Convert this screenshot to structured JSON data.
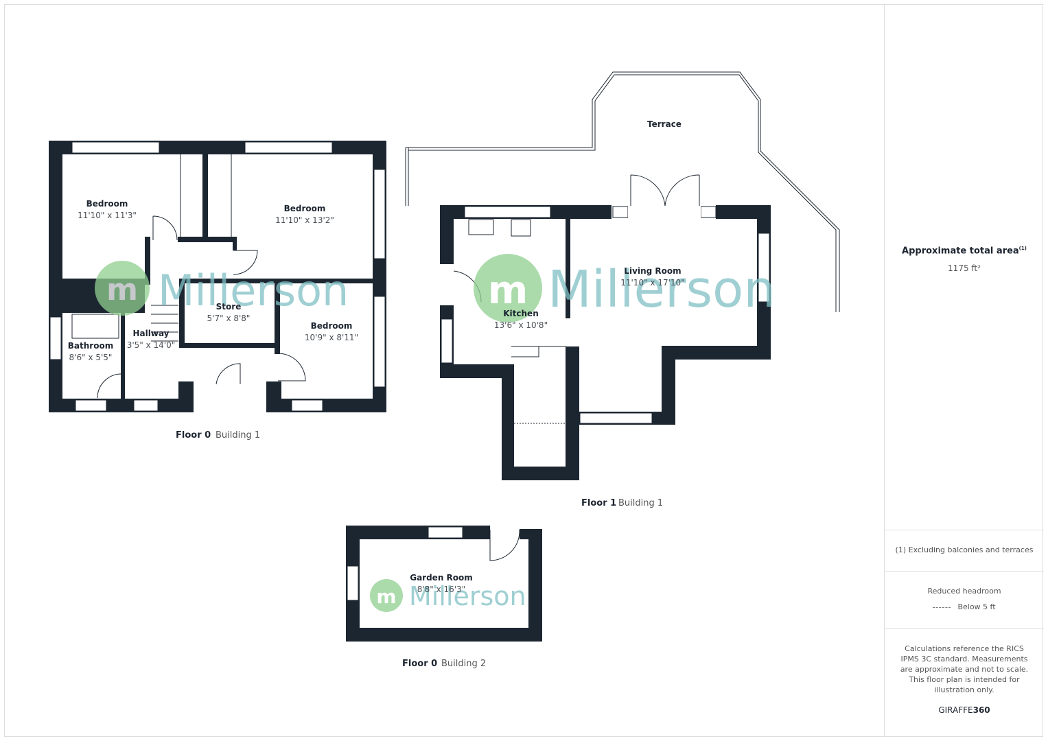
{
  "brand": {
    "watermark": "Millerson",
    "watermark_colors": {
      "logo": "#8fcf8f",
      "text": "#7fbfc4"
    },
    "wall_color": "#1c2631"
  },
  "plans": [
    {
      "floor": "Floor 0",
      "building": "Building 1",
      "rooms": [
        {
          "name": "Bedroom",
          "dims": "11'10\" x 11'3\""
        },
        {
          "name": "Bedroom",
          "dims": "11'10\" x 13'2\""
        },
        {
          "name": "Store",
          "dims": "5'7\" x 8'8\""
        },
        {
          "name": "Hallway",
          "dims": "3'5\" x 14'0\""
        },
        {
          "name": "Bathroom",
          "dims": "8'6\" x 5'5\""
        },
        {
          "name": "Bedroom",
          "dims": "10'9\" x 8'11\""
        }
      ]
    },
    {
      "floor": "Floor 1",
      "building": "Building 1",
      "rooms": [
        {
          "name": "Terrace",
          "dims": ""
        },
        {
          "name": "Living Room",
          "dims": "11'10\" x 17'10\""
        },
        {
          "name": "Kitchen",
          "dims": "13'6\" x 10'8\""
        }
      ]
    },
    {
      "floor": "Floor 0",
      "building": "Building 2",
      "rooms": [
        {
          "name": "Garden Room",
          "dims": "8'8\" x 16'3\""
        }
      ]
    }
  ],
  "sidebar": {
    "area_title": "Approximate total area",
    "area_note_marker": "(1)",
    "area_value": "1175 ft²",
    "footnote": "(1) Excluding balconies and terraces",
    "legend_title": "Reduced headroom",
    "legend_item": "Below 5 ft",
    "disclaimer": "Calculations reference the RICS IPMS 3C standard. Measurements are approximate and not to scale. This floor plan is intended for illustration only.",
    "logo_a": "GIRAFFE",
    "logo_b": "360"
  }
}
